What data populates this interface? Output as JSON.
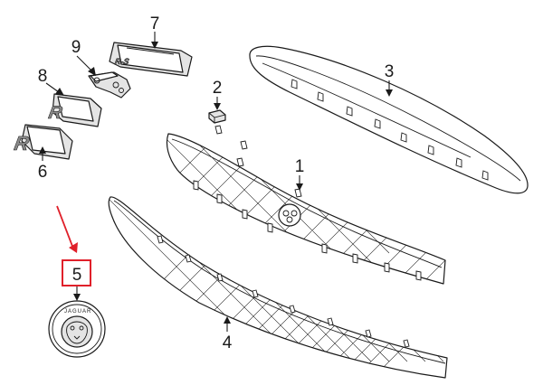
{
  "callouts": {
    "part_1": "1",
    "part_2": "2",
    "part_3": "3",
    "part_4": "4",
    "part_5": "5",
    "part_6": "6",
    "part_7": "7",
    "part_8": "8",
    "part_9": "9"
  },
  "badges": {
    "rs_badge_text": "R-S",
    "r_badge_8_text": "R",
    "r_badge_6_text": "R",
    "emblem_ring_text": "JAGUAR"
  },
  "highlight": {
    "color": "#e0202a",
    "target_callout": "5"
  }
}
